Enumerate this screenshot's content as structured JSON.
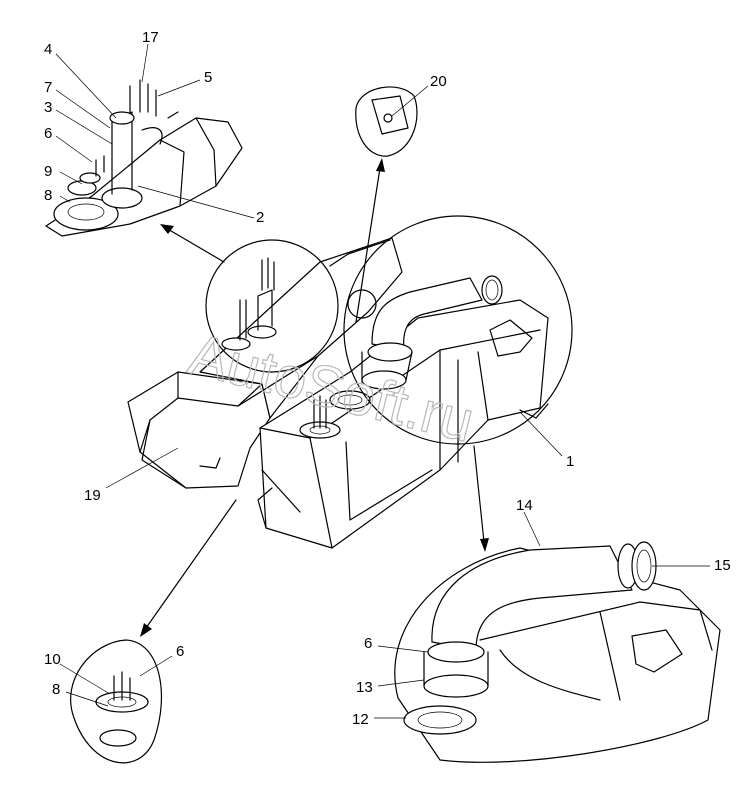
{
  "watermark": "AutoSoft.ru",
  "callouts": {
    "c1": "1",
    "c2": "2",
    "c3": "3",
    "c4": "4",
    "c5": "5",
    "c6a": "6",
    "c6b": "6",
    "c6c": "6",
    "c7": "7",
    "c8a": "8",
    "c8b": "8",
    "c9": "9",
    "c10": "10",
    "c12": "12",
    "c13": "13",
    "c14": "14",
    "c15": "15",
    "c17": "17",
    "c19": "19",
    "c20": "20"
  },
  "icons": {
    "fuel_tank": "fuel-tank-drawing",
    "filler_neck": "filler-neck-drawing",
    "sensor_flange": "fuel-level-sensor-flange-drawing"
  }
}
